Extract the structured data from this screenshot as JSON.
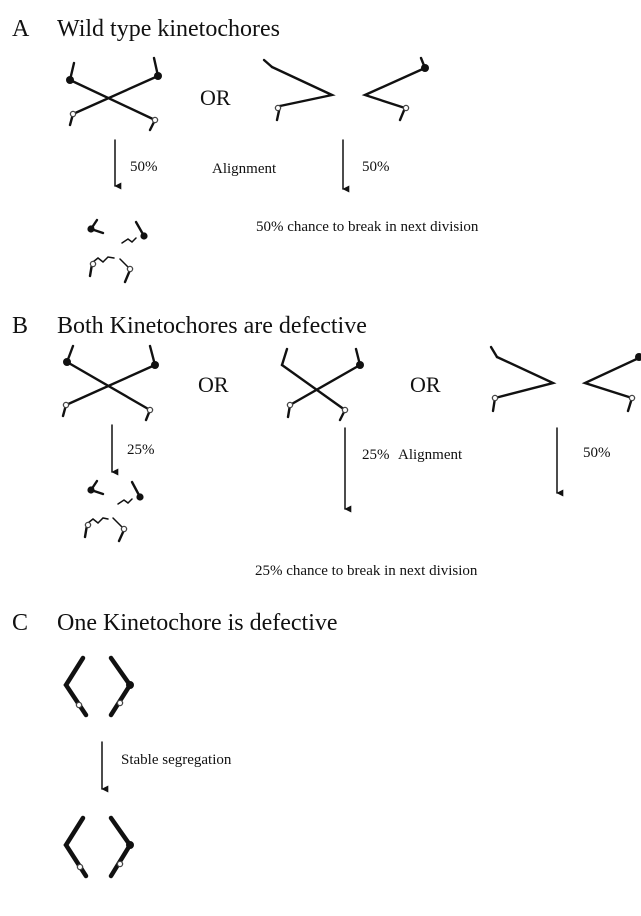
{
  "panels": {
    "A": {
      "letter": "A",
      "title": "Wild type kinetochores",
      "or_1": "OR",
      "alignment": "Alignment",
      "pct_left": "50%",
      "pct_right": "50%",
      "note": "50% chance to break in next division"
    },
    "B": {
      "letter": "B",
      "title": "Both Kinetochores are defective",
      "or_1": "OR",
      "or_2": "OR",
      "alignment": "Alignment",
      "pct_left": "25%",
      "pct_mid": "25%",
      "pct_right": "50%",
      "note": "25% chance to break in next division"
    },
    "C": {
      "letter": "C",
      "title": "One Kinetochore is defective",
      "label": "Stable segregation"
    }
  },
  "colors": {
    "ink": "#111111",
    "background": "#ffffff"
  }
}
